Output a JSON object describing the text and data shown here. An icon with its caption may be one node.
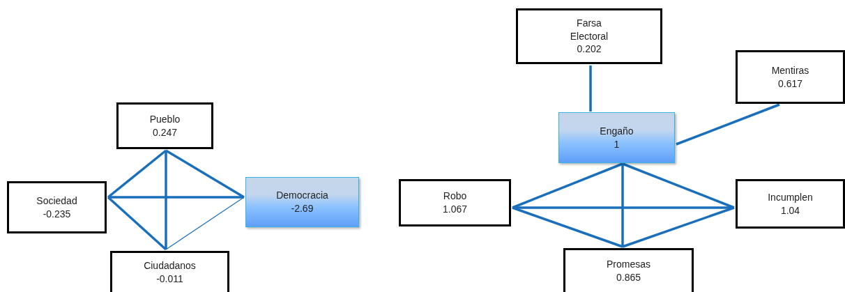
{
  "diagram": {
    "nodes": [
      {
        "text": [
          "Pueblo",
          "0.247"
        ]
      },
      {
        "text": [
          "Sociedad",
          "-0.235"
        ]
      },
      {
        "text": [
          "Democracia",
          "-2.69"
        ]
      },
      {
        "text": [
          "Ciudadanos",
          "-0.011"
        ]
      },
      {
        "text": [
          "Farsa Electoral",
          "0.202"
        ]
      },
      {
        "text": [
          "Mentiras",
          "0.617"
        ]
      },
      {
        "text": [
          "Engaño",
          "1"
        ]
      },
      {
        "text": [
          "Robo",
          "1.067"
        ]
      },
      {
        "text": [
          "Incumplen",
          "1.04"
        ]
      },
      {
        "text": [
          "Promesas",
          "0.865"
        ]
      }
    ],
    "edges": [
      {
        "from": 0,
        "to": 1,
        "arrow": "none"
      },
      {
        "from": 0,
        "to": 3,
        "arrow": "none"
      },
      {
        "from": 0,
        "to": 2,
        "arrow": "none"
      },
      {
        "from": 1,
        "to": 2,
        "arrow": "none"
      },
      {
        "from": 1,
        "to": 3,
        "arrow": "none"
      },
      {
        "from": 3,
        "to": 2,
        "arrow": "none"
      },
      {
        "from": 4,
        "to": 6,
        "arrow": "none"
      },
      {
        "from": 5,
        "to": 6,
        "arrow": "none"
      },
      {
        "from": 6,
        "to": 7,
        "arrow": "none"
      },
      {
        "from": 6,
        "to": 9,
        "arrow": "none"
      },
      {
        "from": 6,
        "to": 8,
        "arrow": "none"
      },
      {
        "from": 7,
        "to": 8,
        "arrow": "none"
      },
      {
        "from": 7,
        "to": 9,
        "arrow": "none"
      },
      {
        "from": 9,
        "to": 8,
        "arrow": "none"
      }
    ]
  }
}
